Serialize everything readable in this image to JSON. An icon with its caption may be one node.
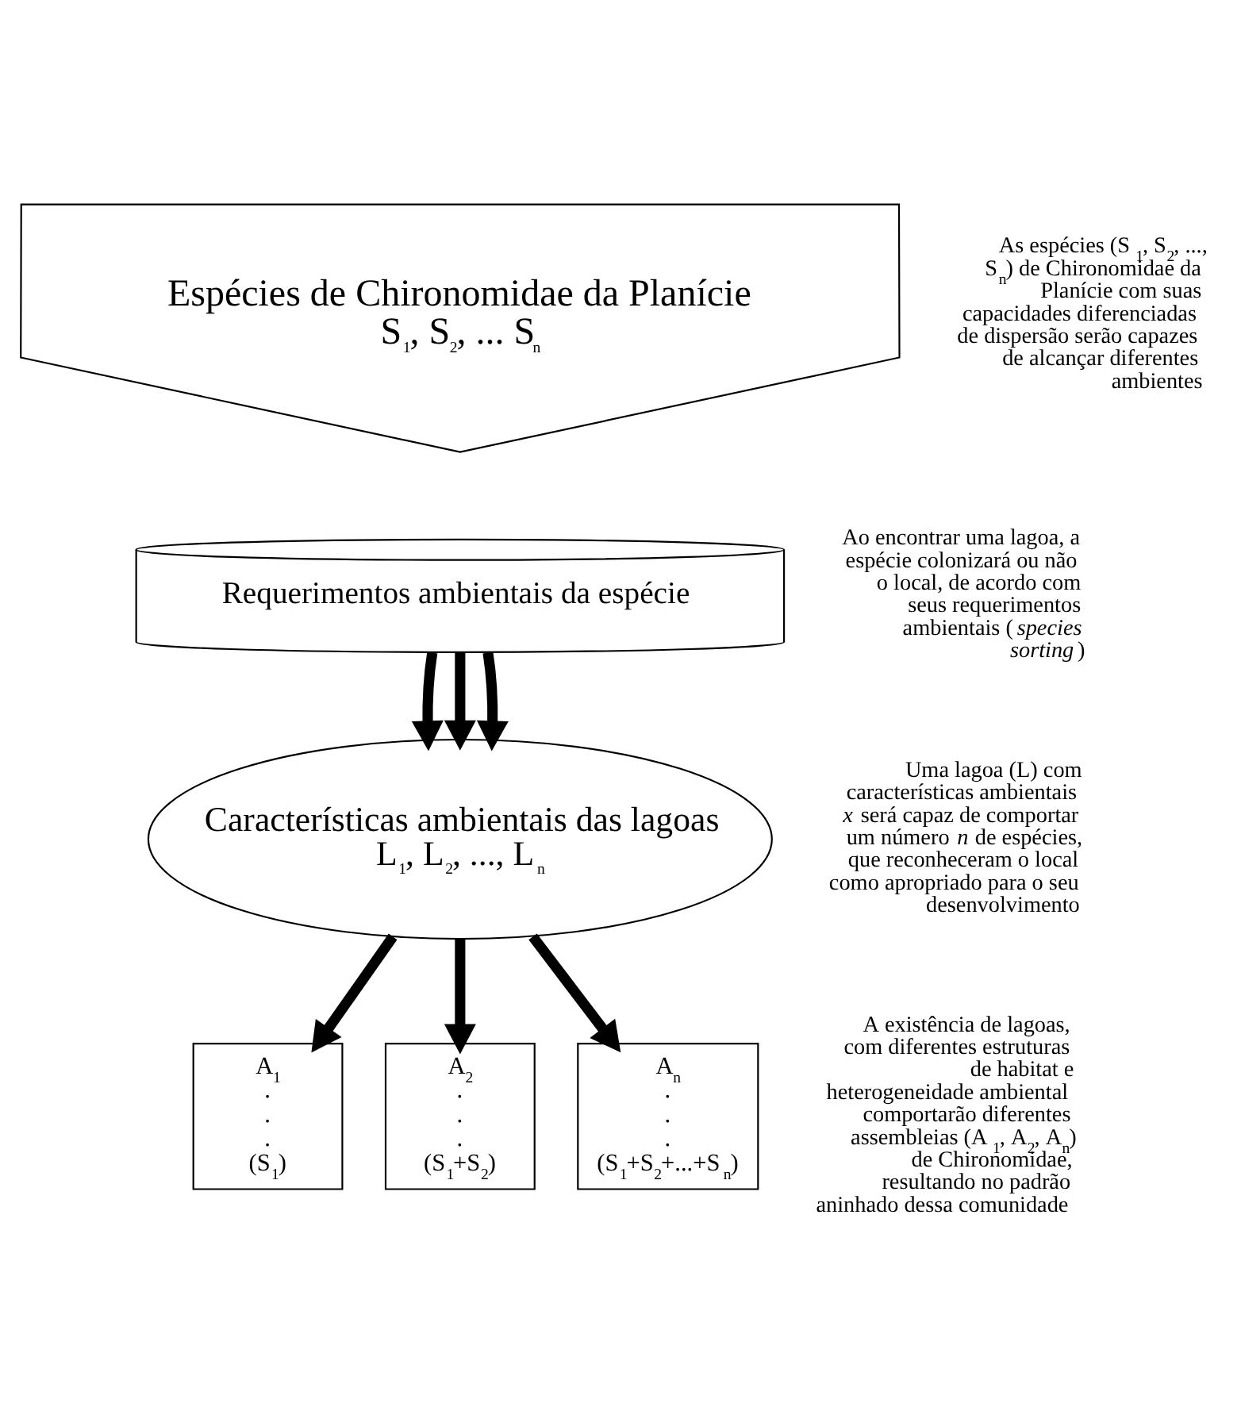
{
  "diagram": {
    "nodes": [
      {
        "text": [
          "Espécies de Chironomidae da Planície",
          "S$_{1}$, S$_{2}$, ... S$_{n}$"
        ]
      },
      {
        "text": [
          "Requerimentos ambientais da espécie"
        ]
      },
      {
        "text": [
          "Características ambientais das lagoas",
          "L$_{1}$, L$_{2}$, ..., L$_{n}$"
        ]
      },
      {
        "text": [
          "A$_{1}$",
          ".",
          ".",
          ".",
          "(S$_{1}$)"
        ]
      },
      {
        "text": [
          "A$_{2}$",
          ".",
          ".",
          ".",
          "(S$_{1}$+S$_{2}$)"
        ]
      },
      {
        "text": [
          "A$_{n}$",
          ".",
          ".",
          ".",
          "(S$_{1}$+S$_{2}$+...+S$_{n}$)"
        ]
      }
    ],
    "edges": [
      {
        "from": 1,
        "to": 2,
        "arrow": "to"
      },
      {
        "from": 1,
        "to": 2,
        "arrow": "to"
      },
      {
        "from": 1,
        "to": 2,
        "arrow": "to"
      },
      {
        "from": 2,
        "to": 3,
        "arrow": "to"
      },
      {
        "from": 2,
        "to": 4,
        "arrow": "to"
      },
      {
        "from": 2,
        "to": 5,
        "arrow": "to"
      }
    ],
    "labels": [
      "As espécies (S$_{1}$, S$_{2}$, ..., S$_{n}$) de Chironomidae da Planície com suas capacidades diferenciadas de dispersão serão capazes de alcançar diferentes ambientes",
      "Ao encontrar uma lagoa, a espécie colonizará ou não o local, de acordo com seus requerimentos ambientais (*species sorting*)",
      "Uma lagoa (L) com características ambientais *x* será capaz de comportar um número *n* de espécies, que reconheceram o local como apropriado para o seu desenvolvimento",
      "A existência de lagoas, com diferentes estruturas de habitat e heterogeneidade ambiental comportarão diferentes assembleias (A$_{1}$, A$_{2}$, A$_{n}$) de Chironomidae, resultando no padrão aninhado dessa comunidade"
    ]
  }
}
